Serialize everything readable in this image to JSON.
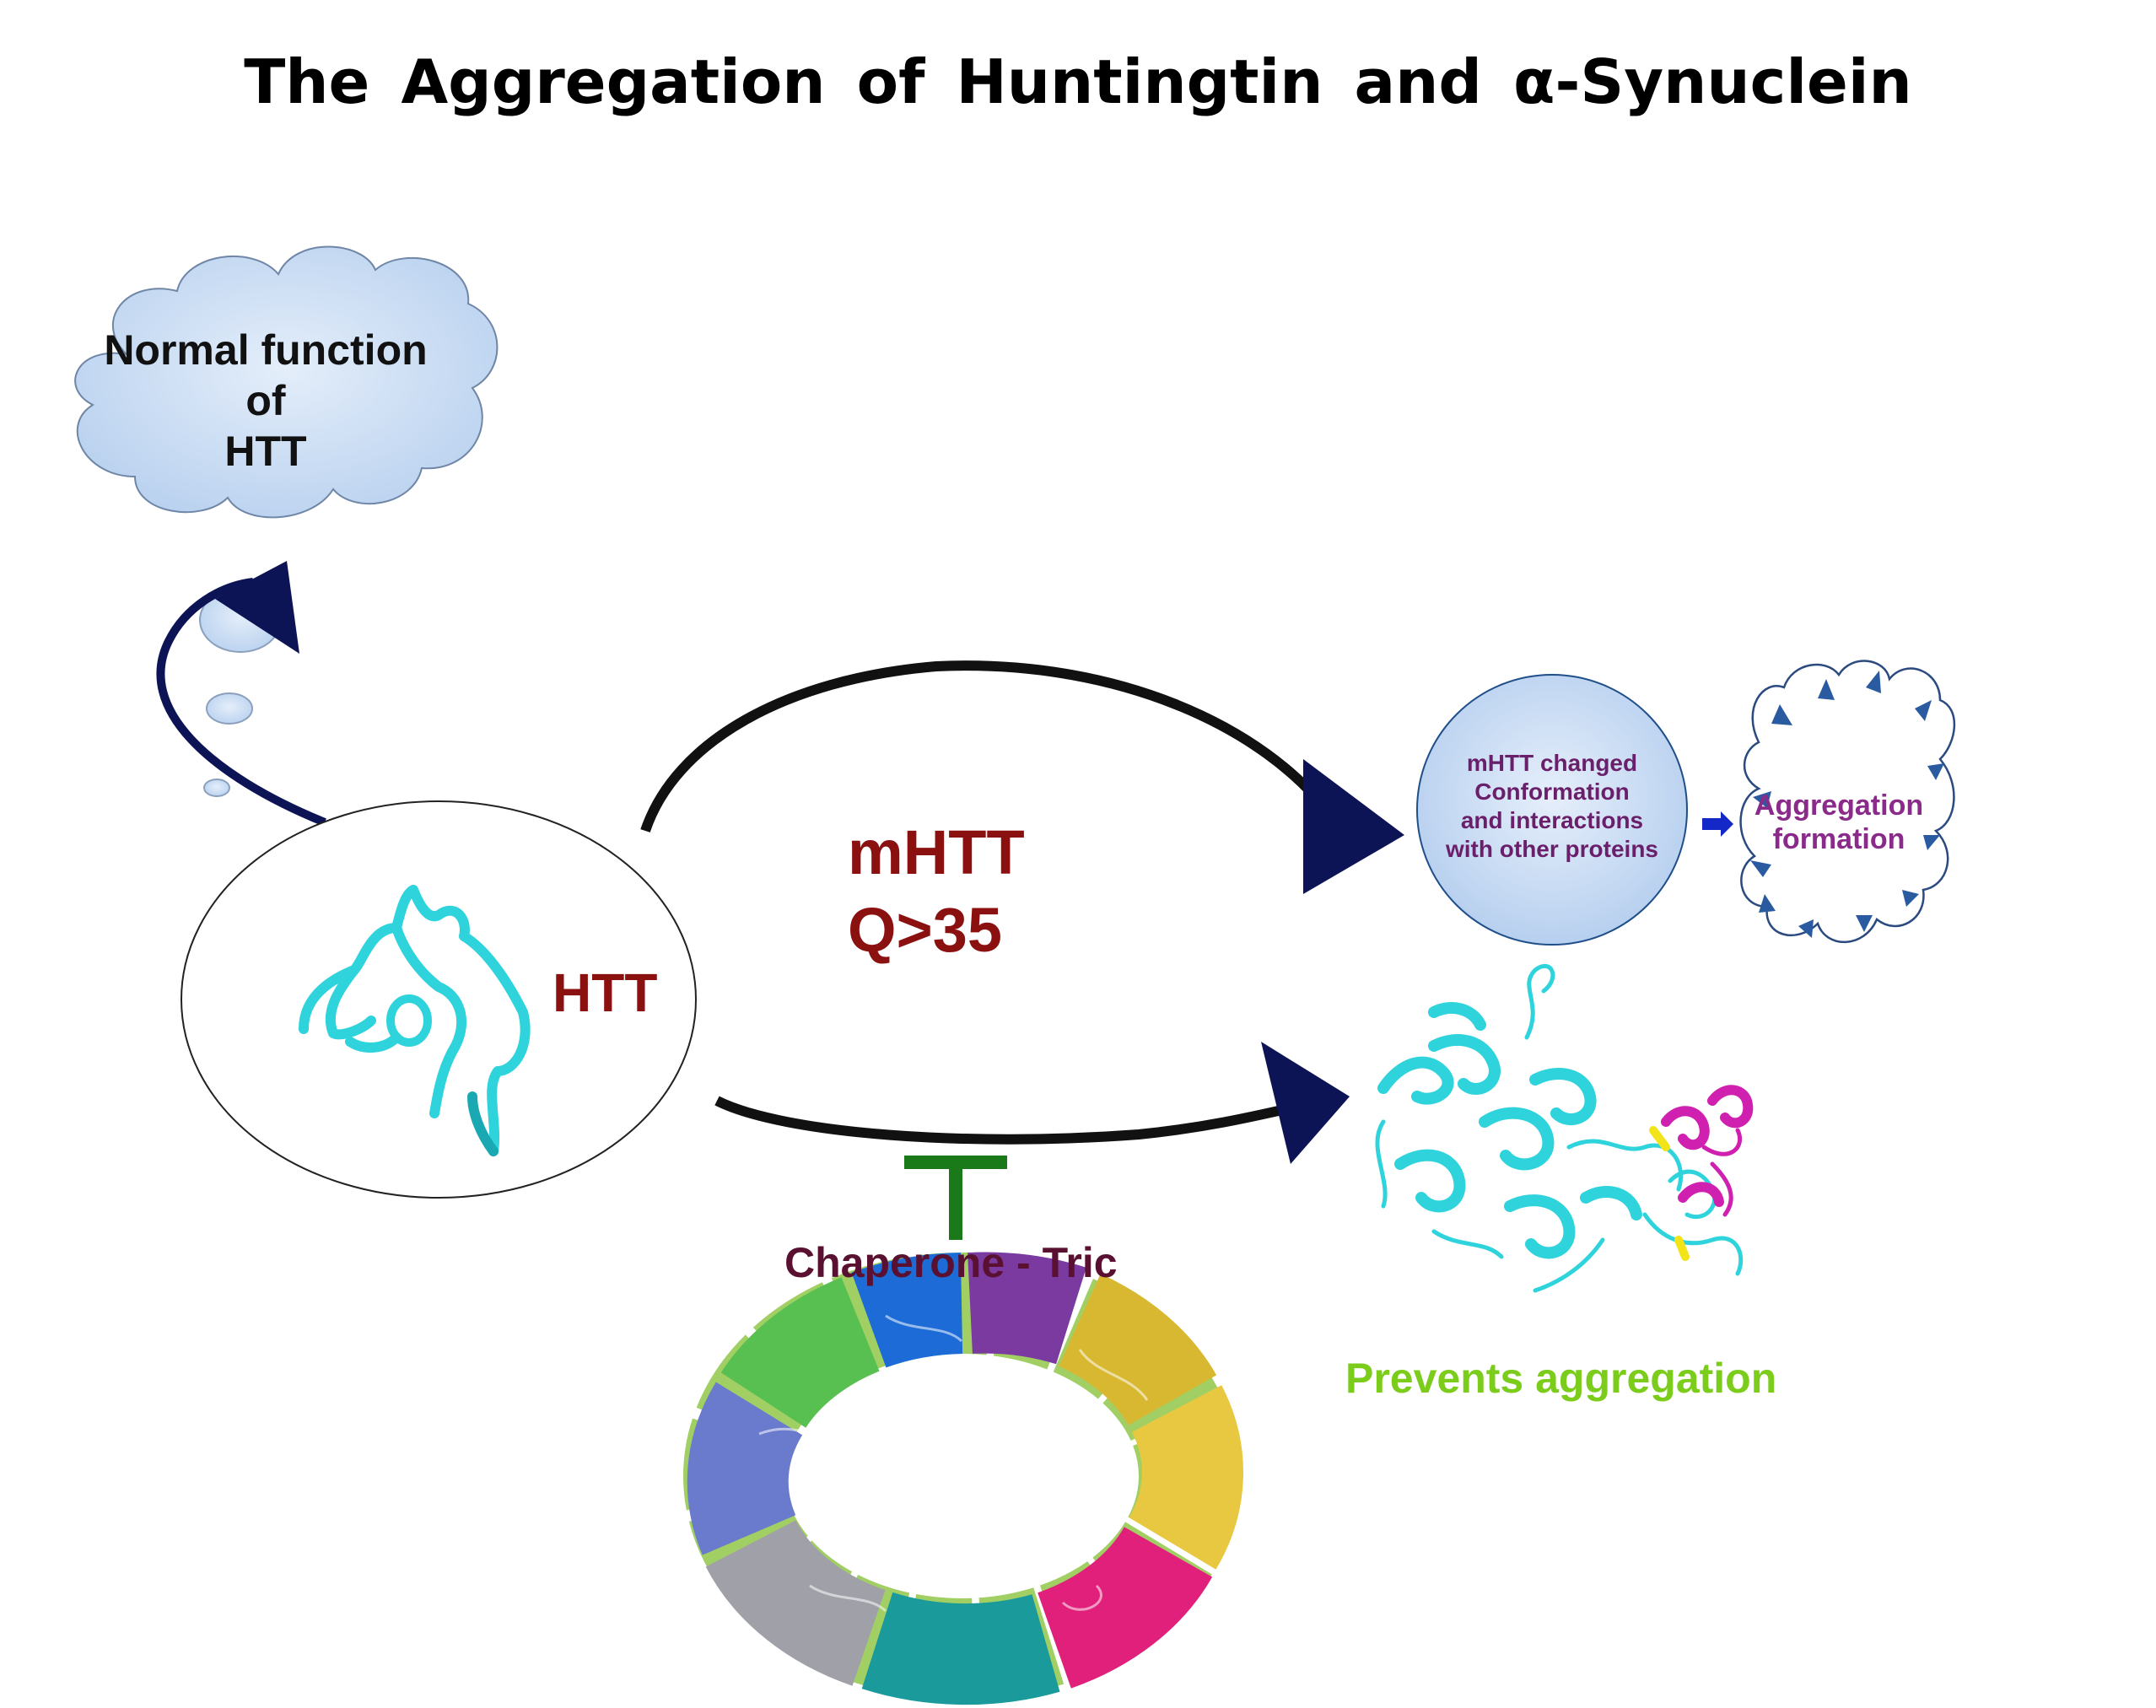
{
  "title": {
    "prefix": "The Aggregation of Huntingtin and ",
    "alpha": "α",
    "suffix": "-Synuclein"
  },
  "cloud": {
    "line1": "Normal function",
    "line2": "of",
    "line3": "HTT"
  },
  "htt_label": "HTT",
  "mhtt": {
    "line1": "mHTT",
    "line2": "Q>35"
  },
  "conformation": {
    "line1": "mHTT changed",
    "line2": "Conformation",
    "line3": "and interactions",
    "line4": "with other proteins"
  },
  "aggregation": {
    "line1": "Aggregation",
    "line2": "formation"
  },
  "chaperone_label": "Chaperone - Tric",
  "prevents_label": "Prevents aggregation",
  "colors": {
    "arrow_navy": "#0d1456",
    "htt_red": "#8b1010",
    "inhibit_green": "#1a7a1a",
    "prevents_green": "#7ccc1c",
    "cloud_blue": "#c9dcf3",
    "protein_cyan": "#2fd3dc",
    "protein_magenta": "#d020b0"
  }
}
